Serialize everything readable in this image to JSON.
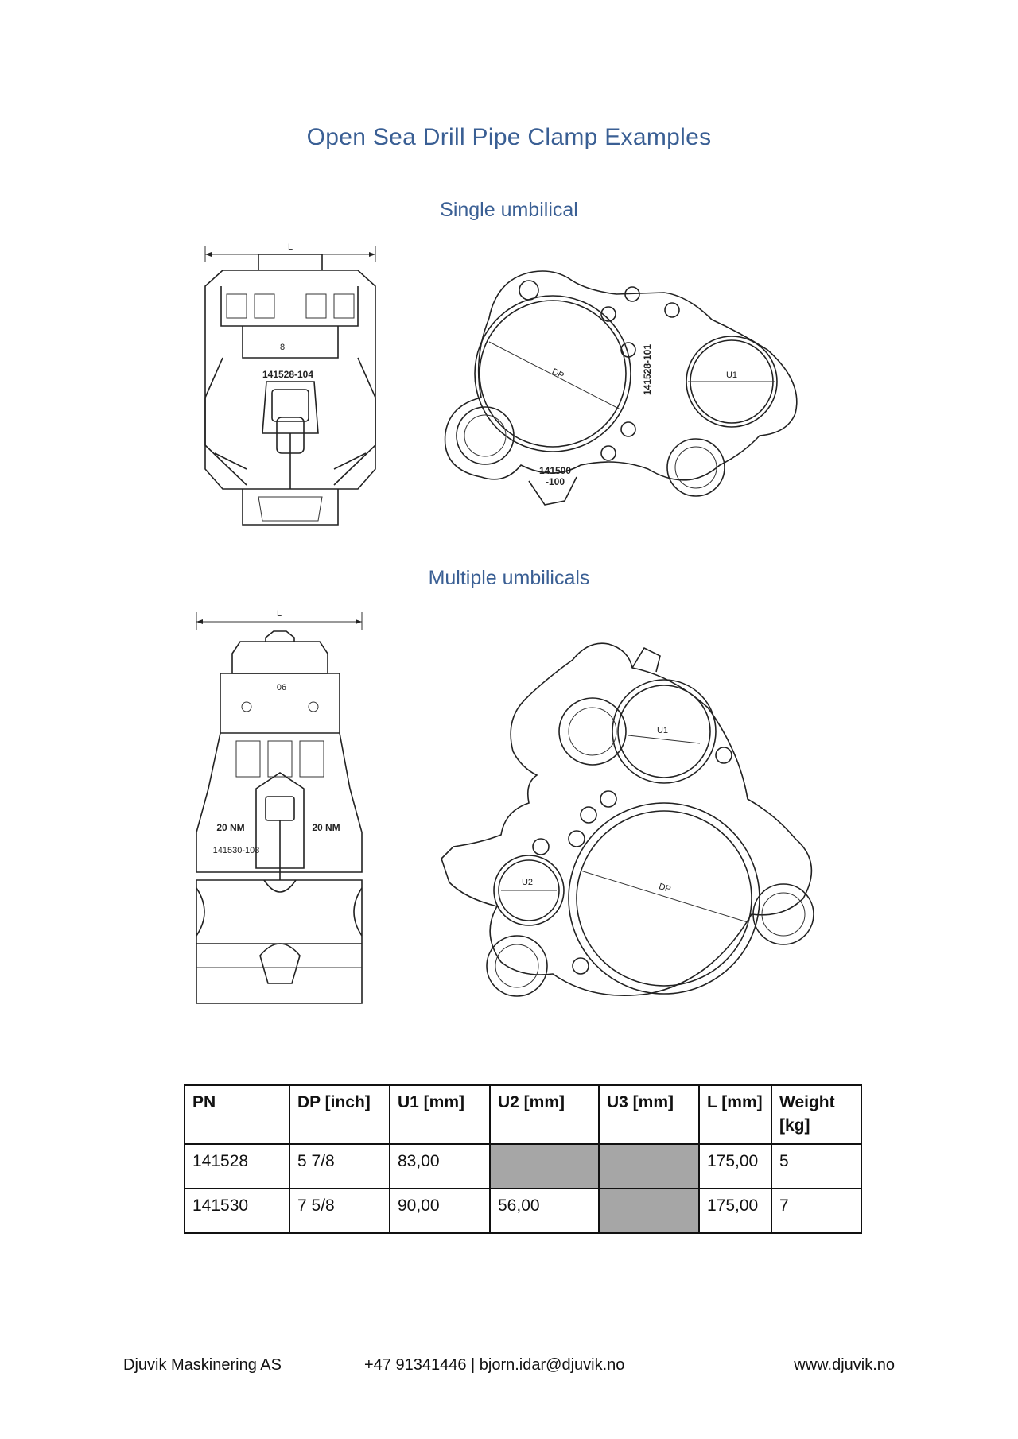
{
  "title": "Open Sea Drill Pipe Clamp Examples",
  "sections": {
    "single": {
      "heading": "Single umbilical",
      "side_view": {
        "dim_label": "L",
        "part_label": "141528-104",
        "marking": "8"
      },
      "front_view": {
        "dp_label": "DP",
        "u1_label": "U1",
        "part_label": "141528-101",
        "part_label2": "141500",
        "part_label3": "-100"
      }
    },
    "multiple": {
      "heading": "Multiple umbilicals",
      "side_view": {
        "dim_label": "L",
        "torque_left": "20 NM",
        "torque_right": "20 NM",
        "part_label": "141530-103",
        "marking": "06"
      },
      "front_view": {
        "dp_label": "DP",
        "u1_label": "U1",
        "u2_label": "U2"
      }
    }
  },
  "table": {
    "headers": [
      "PN",
      "DP [inch]",
      "U1 [mm]",
      "U2 [mm]",
      "U3 [mm]",
      "L [mm]",
      "Weight [kg]"
    ],
    "rows": [
      [
        "141528",
        "5 7/8",
        "83,00",
        "",
        "",
        "175,00",
        "5"
      ],
      [
        "141530",
        "7 5/8",
        "90,00",
        "56,00",
        "",
        "175,00",
        "7"
      ]
    ]
  },
  "footer": {
    "company": "Djuvik Maskinering AS",
    "contact": "+47 91341446 | bjorn.idar@djuvik.no",
    "website": "www.djuvik.no"
  }
}
